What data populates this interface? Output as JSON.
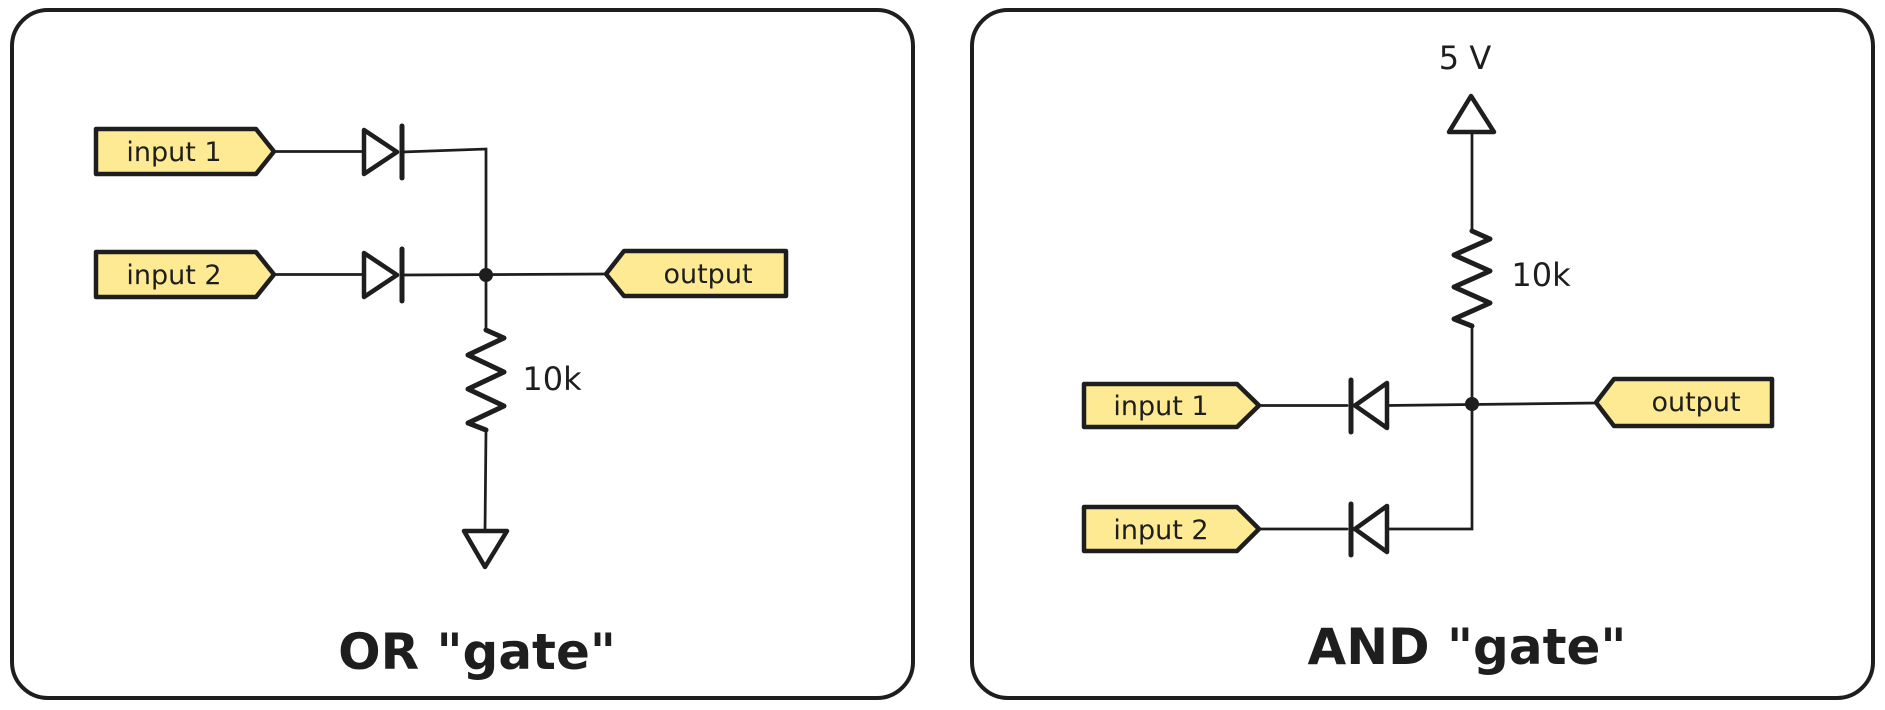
{
  "colors": {
    "stroke": "#1e1e1e",
    "label_fill": "#fdea92",
    "supply_fill": "#ffc9c9",
    "ground_fill": "#eceff1",
    "background": "#ffffff"
  },
  "panels": [
    {
      "title": "OR \"gate\"",
      "inputs": [
        "input 1",
        "input 2"
      ],
      "output": "output",
      "resistor_value": "10k"
    },
    {
      "title": "AND \"gate\"",
      "inputs": [
        "input 1",
        "input 2"
      ],
      "output": "output",
      "resistor_value": "10k",
      "supply_voltage": "5 V"
    }
  ]
}
